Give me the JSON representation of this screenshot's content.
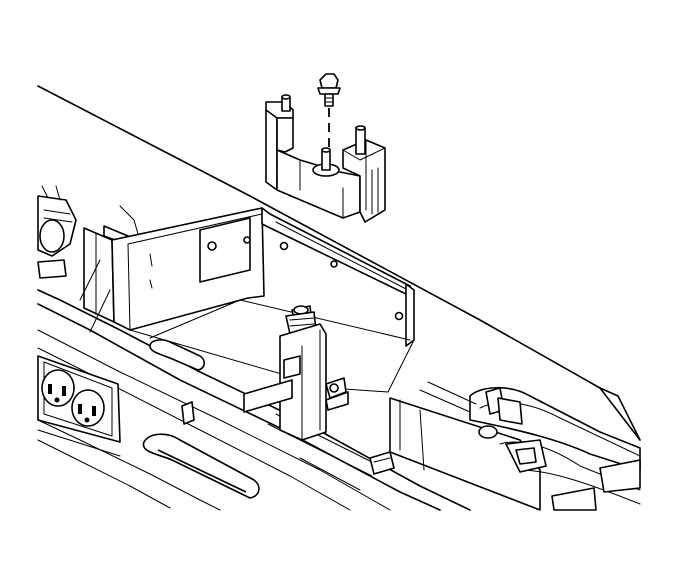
{
  "diagram": {
    "kind": "technical-line-drawing",
    "colors": {
      "background": "#ffffff",
      "line": "#000000"
    },
    "parts": [
      {
        "name": "bolt"
      },
      {
        "name": "bracket"
      },
      {
        "name": "vehicle-floor-frame"
      },
      {
        "name": "center-mount-stud"
      },
      {
        "name": "electrical-outlets"
      },
      {
        "name": "harness-connector"
      }
    ]
  }
}
